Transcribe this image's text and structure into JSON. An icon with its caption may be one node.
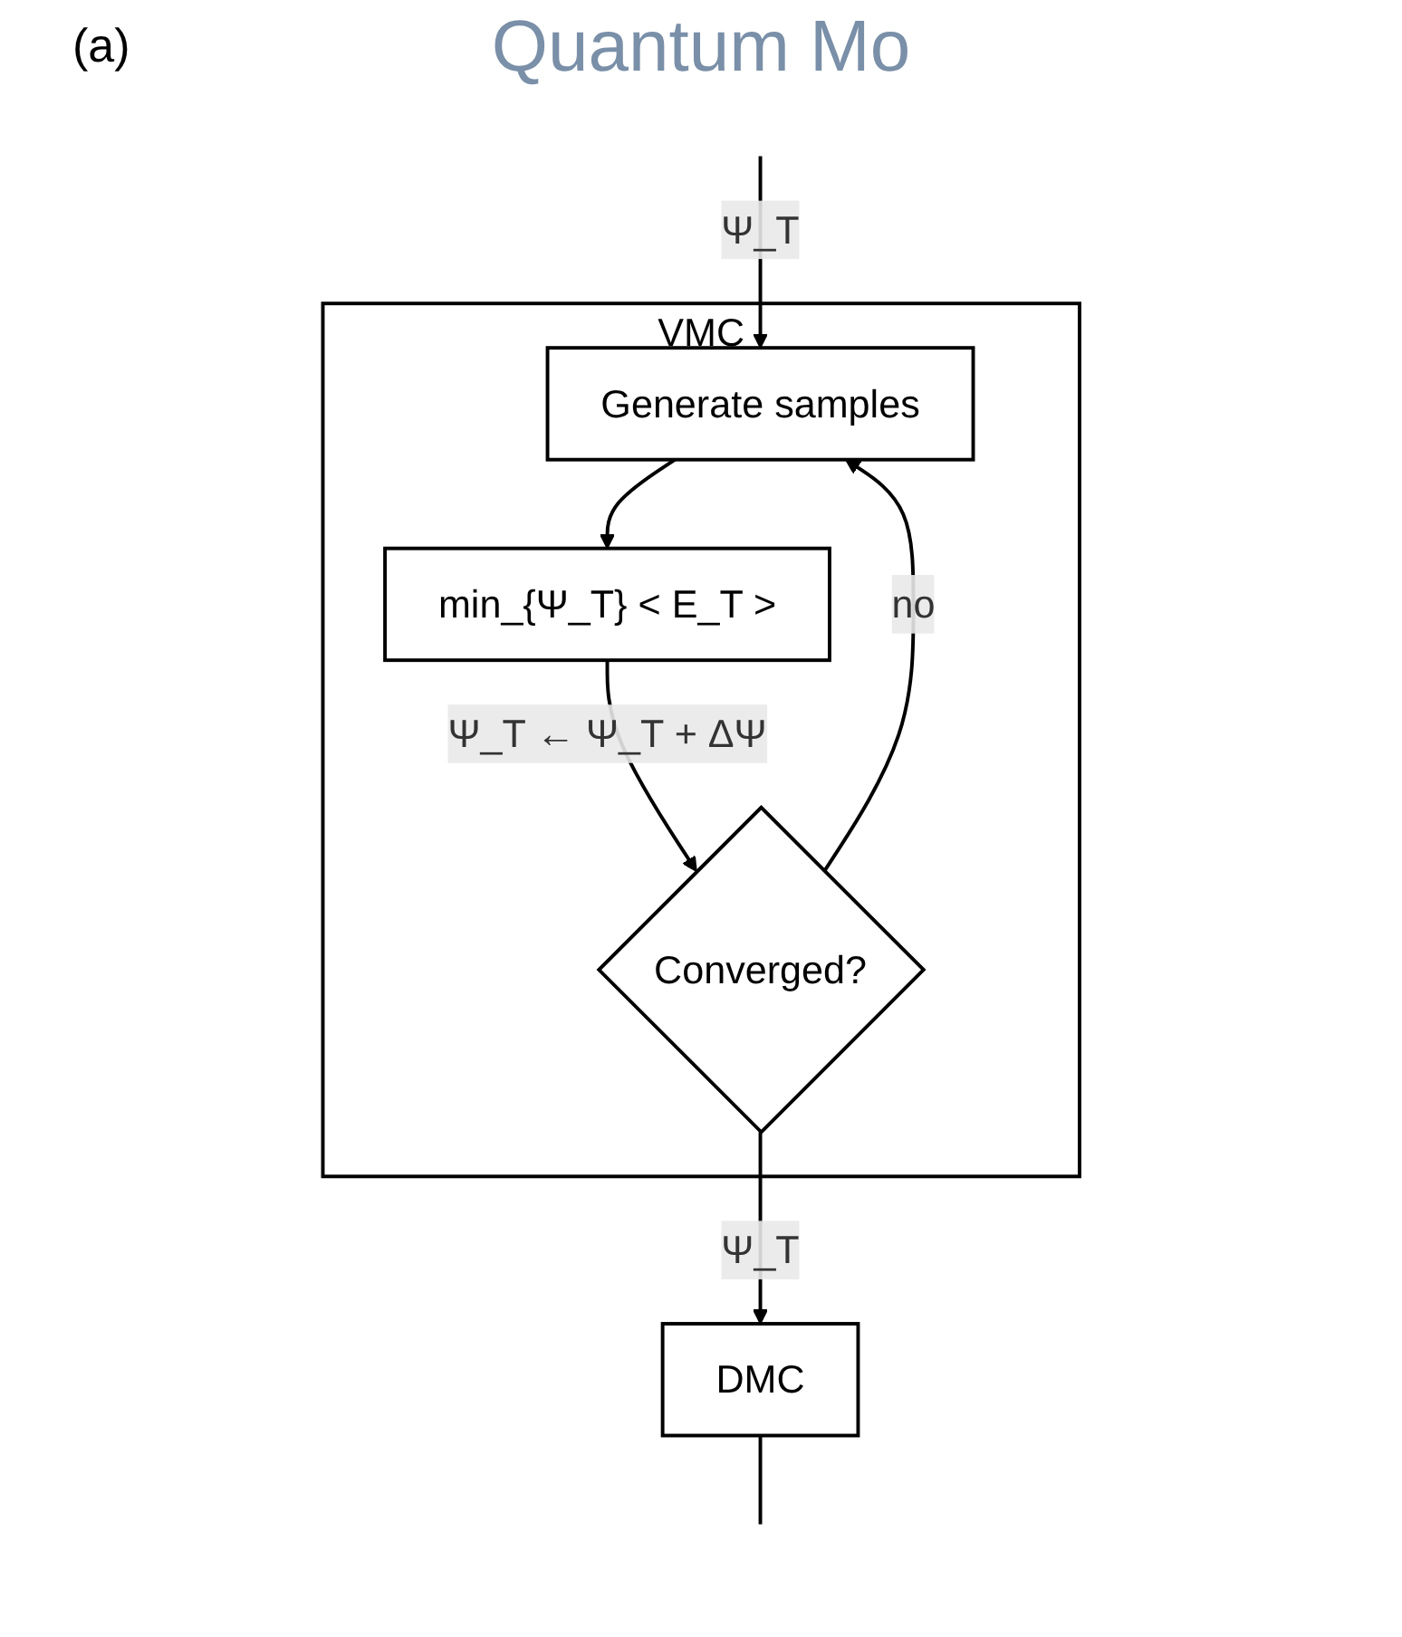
{
  "diagram": {
    "title": "Quantum Mo",
    "nodes": [
      {
        "text": [
          "VMC"
        ]
      },
      {
        "text": [
          "Generate samples"
        ],
        "in": 0
      },
      {
        "text": [
          "min_{Ψ_T} < E_T >"
        ],
        "in": 0
      },
      {
        "text": [
          "Converged?"
        ],
        "in": 0
      },
      {
        "text": [
          "DMC"
        ]
      }
    ],
    "edges": [
      {
        "from": null,
        "to": 1,
        "arrow": "to",
        "label": "Ψ_T"
      },
      {
        "from": 1,
        "to": 2,
        "arrow": "to"
      },
      {
        "from": 2,
        "to": 3,
        "arrow": "to",
        "label": "Ψ_T ← Ψ_T + ΔΨ"
      },
      {
        "from": 3,
        "to": 1,
        "arrow": "to",
        "label": "no"
      },
      {
        "from": 3,
        "to": 4,
        "arrow": "to",
        "label": "Ψ_T"
      },
      {
        "from": 4,
        "to": null,
        "arrow": "none"
      }
    ],
    "labels": [
      "(a)"
    ]
  }
}
